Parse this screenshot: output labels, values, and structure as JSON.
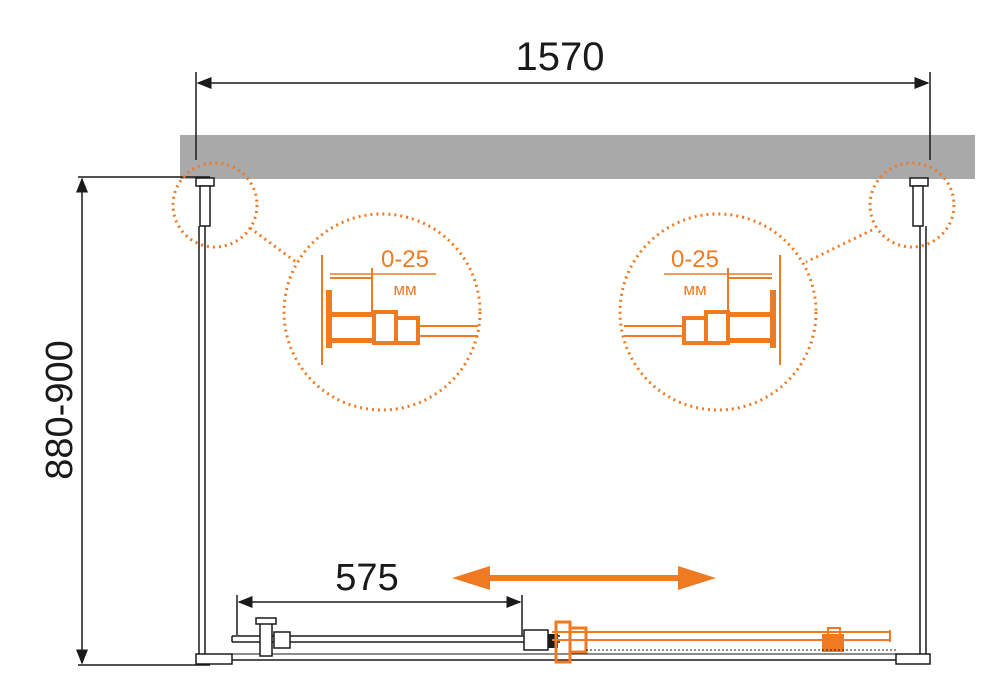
{
  "dimensions": {
    "overall_width": "1570",
    "depth": "880-900",
    "door_opening": "575"
  },
  "adjustment_left": {
    "range": "0-25",
    "unit": "мм"
  },
  "adjustment_right": {
    "range": "0-25",
    "unit": "мм"
  },
  "colors": {
    "accent": "#f07a22",
    "line": "#1a1a1a",
    "wall": "#a9a9a9"
  },
  "icons": {
    "slide_direction": "double-arrow-icon"
  }
}
